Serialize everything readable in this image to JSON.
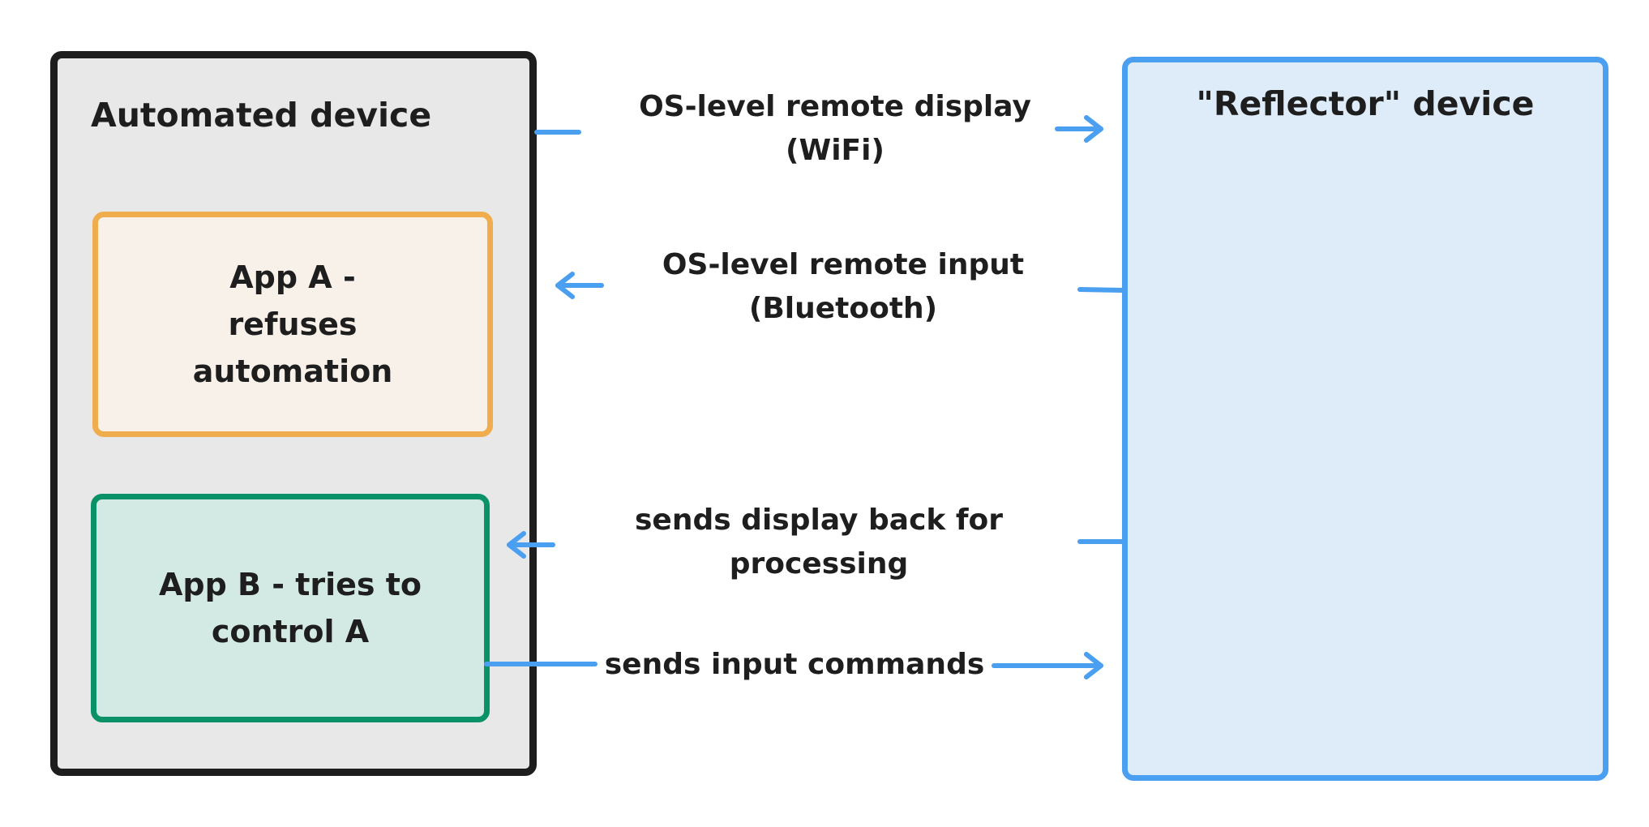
{
  "automated_device": {
    "title": "Automated device",
    "app_a": "App A - refuses automation",
    "app_b": "App B - tries to control A"
  },
  "reflector_device": {
    "title": "\"Reflector\" device"
  },
  "connections": [
    {
      "label": "OS-level remote display (WiFi)",
      "from": "Automated device",
      "to": "\"Reflector\" device"
    },
    {
      "label": "OS-level remote input (Bluetooth)",
      "from": "\"Reflector\" device",
      "to": "App A"
    },
    {
      "label": "sends display back for processing",
      "from": "\"Reflector\" device",
      "to": "App B"
    },
    {
      "label": "sends input commands",
      "from": "App B",
      "to": "\"Reflector\" device"
    }
  ],
  "colors": {
    "device_border": "#1e1e1e",
    "device_fill": "#e8e8e8",
    "app_a_border": "#f0ad4e",
    "app_a_fill": "#f8f1e9",
    "app_b_border": "#099268",
    "app_b_fill": "#d3e9e4",
    "reflector_border": "#4a9ff0",
    "reflector_fill": "#deecf9",
    "arrow": "#4a9ff0"
  }
}
